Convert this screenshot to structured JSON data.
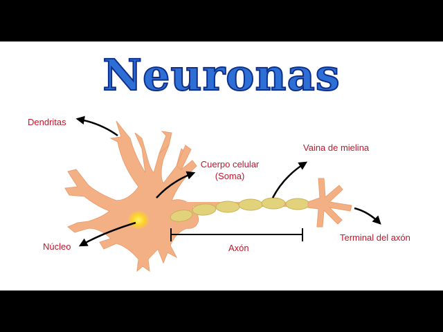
{
  "title": "Neuronas",
  "labels": {
    "dendrites": "Dendritas",
    "cell_body_line1": "Cuerpo celular",
    "cell_body_line2": "(Soma)",
    "myelin": "Vaina de mielina",
    "nucleus": "Núcleo",
    "axon": "Axón",
    "axon_terminal": "Terminal del axón"
  },
  "colors": {
    "title_fill": "#2e6fd6",
    "label_text": "#c0152b",
    "neuron_body": "#f4b085",
    "nucleus": "#fbd22a",
    "myelin": "#e2d27c",
    "arrows": "#000000"
  }
}
